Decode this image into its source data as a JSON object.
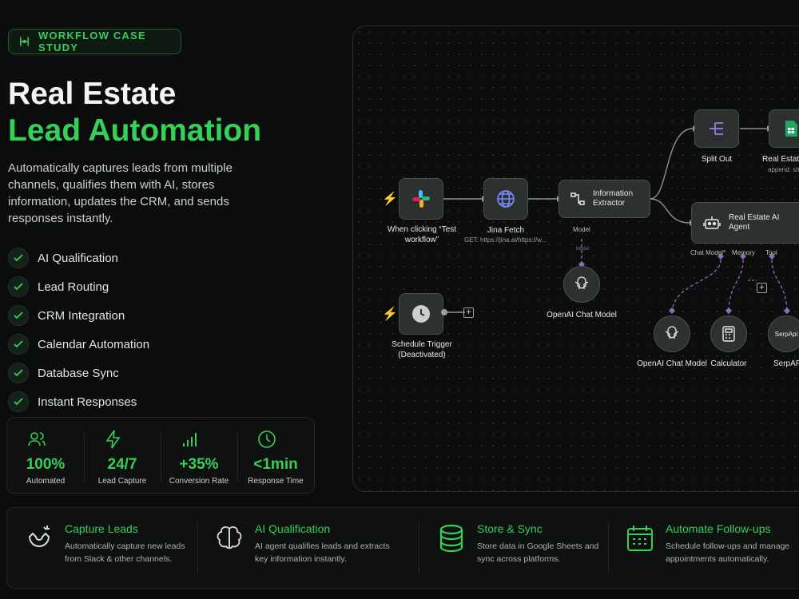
{
  "badge": {
    "label": "WORKFLOW CASE STUDY",
    "icon": "workflow-icon"
  },
  "title": {
    "line1": "Real Estate",
    "line2": "Lead Automation"
  },
  "description": "Automatically captures leads from multiple channels, qualifies them with AI, stores information, updates the CRM, and sends responses instantly.",
  "features": [
    "AI Qualification",
    "Lead Routing",
    "CRM Integration",
    "Calendar Automation",
    "Database Sync",
    "Instant Responses"
  ],
  "stats": [
    {
      "value": "100%",
      "label": "Automated",
      "icon": "users-icon"
    },
    {
      "value": "24/7",
      "label": "Lead Capture",
      "icon": "lightning-icon"
    },
    {
      "value": "+35%",
      "label": "Conversion Rate",
      "icon": "bar-chart-icon"
    },
    {
      "value": "<1min",
      "label": "Response Time",
      "icon": "clock-icon"
    }
  ],
  "workflow": {
    "trigger": {
      "label": "When clicking “Test workflow”"
    },
    "jina": {
      "label": "Jina Fetch",
      "sub": "GET: https://jina.ai/https://w..."
    },
    "extractor": {
      "label": "Information Extractor",
      "port": "Model",
      "port_small": "Model"
    },
    "openai1": {
      "label": "OpenAI Chat Model"
    },
    "split": {
      "label": "Split Out"
    },
    "sheets": {
      "label": "Real Estate",
      "sub": "append: sh"
    },
    "agent": {
      "label": "Real Estate AI Agent",
      "ports": [
        "Chat Model*",
        "Memory",
        "Tool"
      ]
    },
    "openai2": {
      "label": "OpenAI Chat Model"
    },
    "calculator": {
      "label": "Calculator"
    },
    "serpapi": {
      "label": "SerpAP",
      "icon_text": "SerpApi"
    },
    "schedule": {
      "label": "Schedule Trigger (Deactivated)"
    }
  },
  "cards": [
    {
      "title": "Capture Leads",
      "text": "Automatically capture new leads from Slack & other channels.",
      "icon": "magnet-icon"
    },
    {
      "title": "AI Qualification",
      "text": "AI agent qualifies leads and extracts key information instantly.",
      "icon": "brain-icon"
    },
    {
      "title": "Store & Sync",
      "text": "Store data in Google Sheets and sync across platforms.",
      "icon": "database-icon"
    },
    {
      "title": "Automate Follow-ups",
      "text": "Schedule follow-ups and manage appointments automatically.",
      "icon": "calendar-icon"
    }
  ],
  "colors": {
    "accent": "#34d058",
    "background": "#0b0d0c",
    "trigger": "#ff4d4d"
  }
}
